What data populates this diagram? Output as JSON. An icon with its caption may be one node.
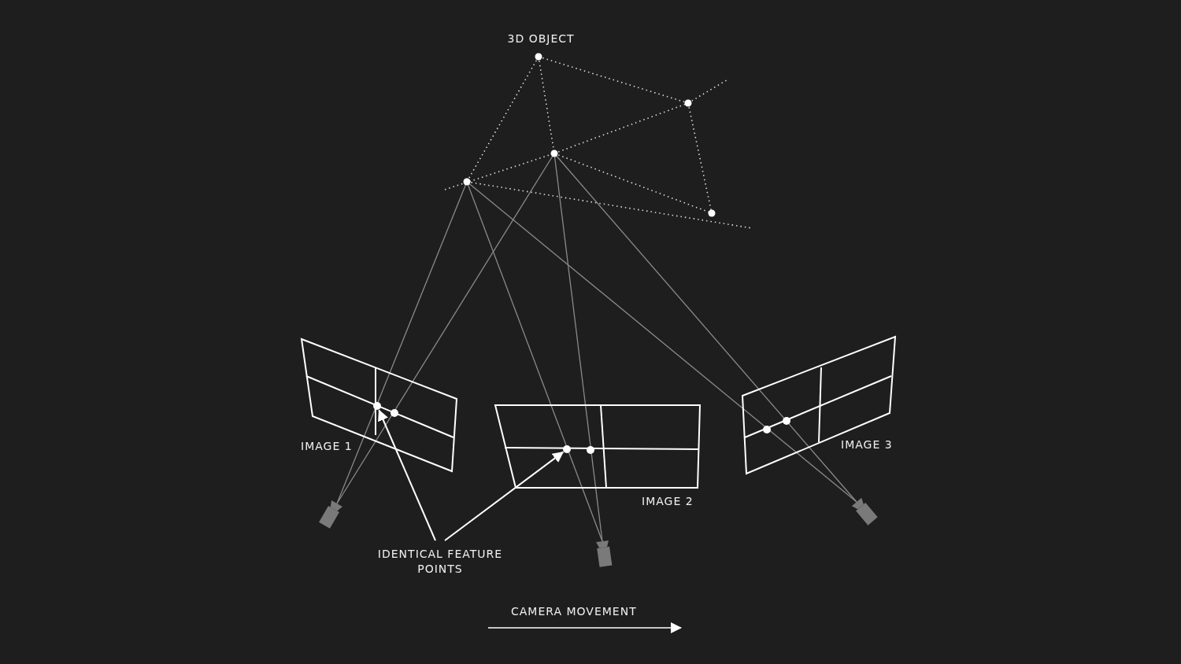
{
  "diagram": {
    "nodes": [
      {
        "text": [],
        "shape": "box",
        "beside": [
          "IMAGE 1"
        ]
      },
      {
        "text": [],
        "shape": "box",
        "beside": [
          "IMAGE 2"
        ]
      },
      {
        "text": [],
        "shape": "box",
        "beside": [
          "IMAGE 3"
        ]
      },
      {
        "text": [
          "IDENTICAL FEATURE POINTS"
        ]
      },
      {
        "text": [],
        "shape": "circle",
        "in": 0
      },
      {
        "text": [],
        "shape": "circle",
        "in": 1
      }
    ],
    "edges": [
      {
        "from": 3,
        "to": 4,
        "arrow": "to"
      },
      {
        "from": 3,
        "to": 5,
        "arrow": "to"
      }
    ],
    "labels": [
      "3D OBJECT",
      "CAMERA MOVEMENT"
    ]
  }
}
